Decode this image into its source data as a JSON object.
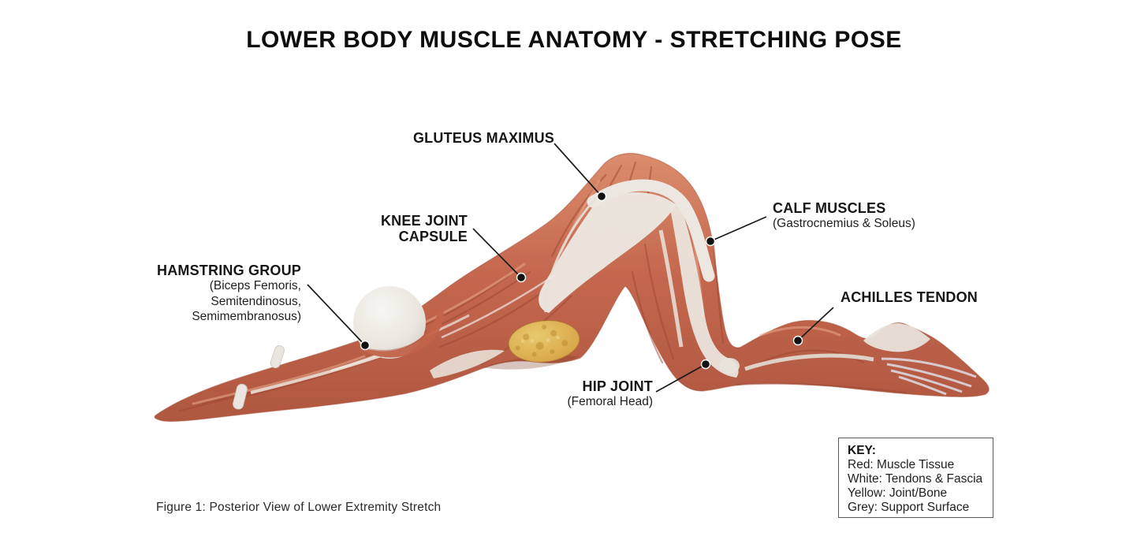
{
  "title": "LOWER BODY MUSCLE ANATOMY - STRETCHING POSE",
  "annotations": {
    "gluteus": {
      "title": "GLUTEUS MAXIMUS"
    },
    "knee": {
      "line1": "KNEE JOINT",
      "line2": "CAPSULE"
    },
    "hamstring": {
      "title": "HAMSTRING GROUP",
      "sub1": "(Biceps Femoris,",
      "sub2": "Semitendinosus,",
      "sub3": "Semimembranosus)"
    },
    "calf": {
      "title": "CALF MUSCLES",
      "sub1": "(Gastrocnemius & Soleus)"
    },
    "achilles": {
      "title": "ACHILLES TENDON"
    },
    "hip": {
      "title": "HIP JOINT",
      "sub1": "(Femoral Head)"
    }
  },
  "key": {
    "heading": "KEY:",
    "entries": [
      "Red: Muscle Tissue",
      "White: Tendons & Fascia",
      "Yellow: Joint/Bone",
      "Grey: Support Surface"
    ]
  },
  "caption": "Figure 1: Posterior View of Lower Extremity Stretch",
  "colors": {
    "muscle_red": "#c4674e",
    "muscle_dark": "#9c4733",
    "muscle_light": "#e0a184",
    "tendon_white": "#edeae3",
    "joint_bone_yellow": "#d9a84b",
    "support_grey": "#e9e5e0",
    "leader_line": "#1a1a1a"
  }
}
